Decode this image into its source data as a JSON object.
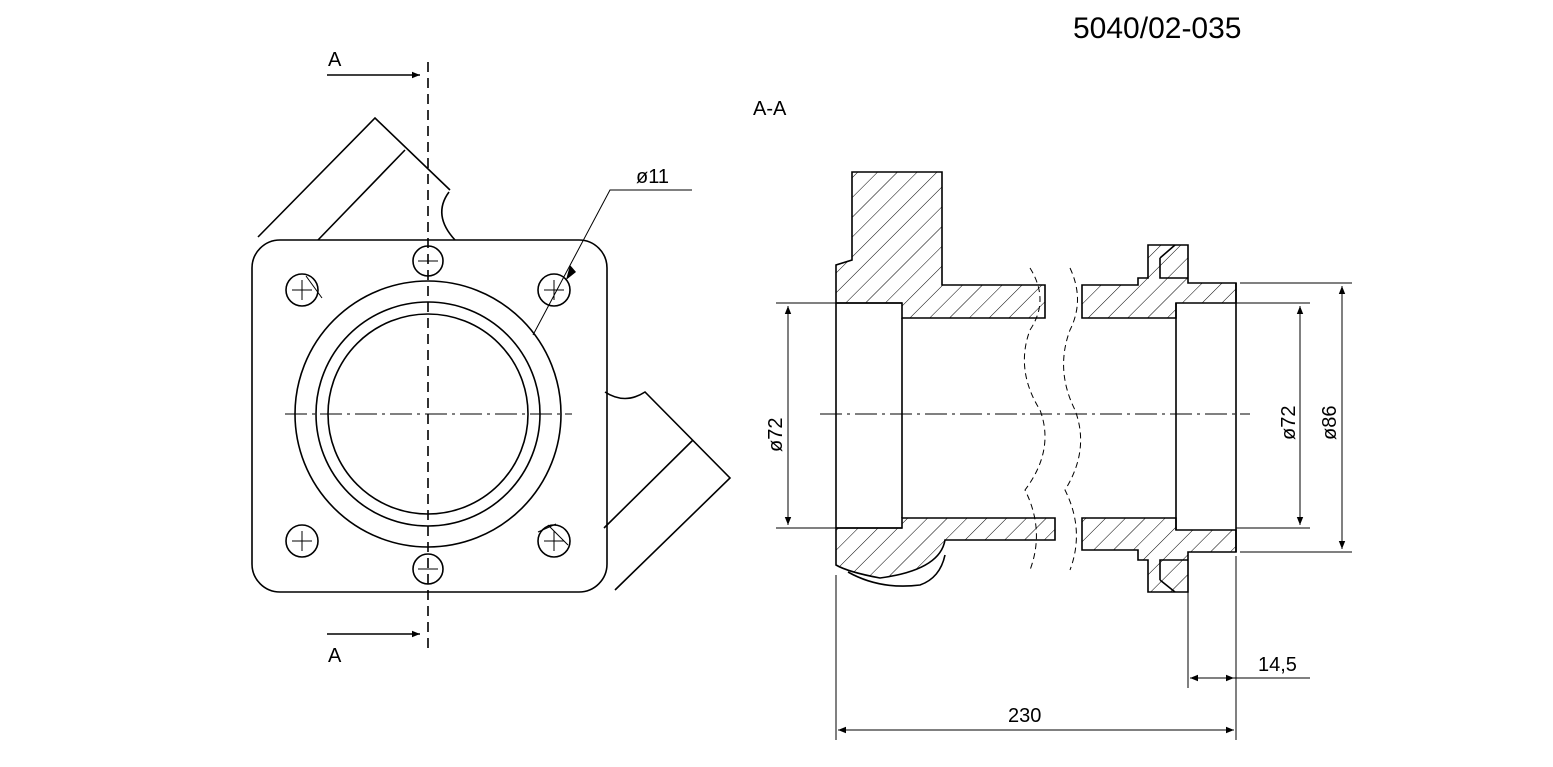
{
  "drawing": {
    "number": "5040/02-035",
    "section_title": "A-A",
    "section_marker_top": "A",
    "section_marker_bottom": "A",
    "dims": {
      "hole_dia": "ø11",
      "bore_left": "ø72",
      "bore_right": "ø72",
      "outer_dia": "ø86",
      "length_total": "230",
      "collar_width": "14,5"
    }
  }
}
